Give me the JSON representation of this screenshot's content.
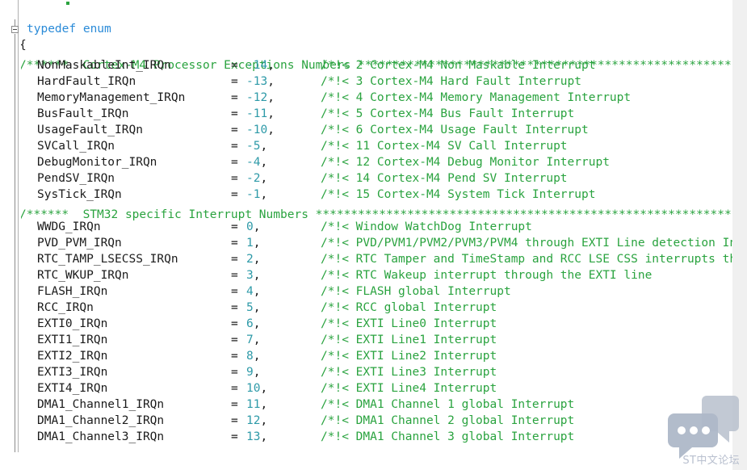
{
  "editor": {
    "language": "c",
    "background_color": "#ffffff",
    "keyword_color": "#2b8bd8",
    "identifier_color": "#1b1b1b",
    "number_color": "#2e9aa8",
    "comment_color": "#2aa33f",
    "gutter_line_color": "#b0b0b0",
    "scrollbar_color": "#f0f0f0"
  },
  "fold_marker": {
    "state": "expanded",
    "glyph": "minus"
  },
  "header_lines": {
    "typedef": "typedef enum",
    "open_brace": "{"
  },
  "section_banners": {
    "cortex": "/******  Cortex-M4 Processor Exceptions Numbers ****************************************************************",
    "stm32": "/******  STM32 specific Interrupt Numbers **********************************************************************"
  },
  "code_lines": [
    {
      "name": "NonMaskableInt_IRQn",
      "eq": "=",
      "value": "-14",
      "comma": ",",
      "comment": "/*!< 2 Cortex-M4 Non Maskable Interrupt"
    },
    {
      "name": "HardFault_IRQn",
      "eq": "=",
      "value": "-13",
      "comma": ",",
      "comment": "/*!< 3 Cortex-M4 Hard Fault Interrupt"
    },
    {
      "name": "MemoryManagement_IRQn",
      "eq": "=",
      "value": "-12",
      "comma": ",",
      "comment": "/*!< 4 Cortex-M4 Memory Management Interrupt"
    },
    {
      "name": "BusFault_IRQn",
      "eq": "=",
      "value": "-11",
      "comma": ",",
      "comment": "/*!< 5 Cortex-M4 Bus Fault Interrupt"
    },
    {
      "name": "UsageFault_IRQn",
      "eq": "=",
      "value": "-10",
      "comma": ",",
      "comment": "/*!< 6 Cortex-M4 Usage Fault Interrupt"
    },
    {
      "name": "SVCall_IRQn",
      "eq": "=",
      "value": "-5",
      "comma": ",",
      "comment": "/*!< 11 Cortex-M4 SV Call Interrupt"
    },
    {
      "name": "DebugMonitor_IRQn",
      "eq": "=",
      "value": "-4",
      "comma": ",",
      "comment": "/*!< 12 Cortex-M4 Debug Monitor Interrupt"
    },
    {
      "name": "PendSV_IRQn",
      "eq": "=",
      "value": "-2",
      "comma": ",",
      "comment": "/*!< 14 Cortex-M4 Pend SV Interrupt"
    },
    {
      "name": "SysTick_IRQn",
      "eq": "=",
      "value": "-1",
      "comma": ",",
      "comment": "/*!< 15 Cortex-M4 System Tick Interrupt"
    },
    {
      "name": "WWDG_IRQn",
      "eq": "=",
      "value": "0",
      "comma": ",",
      "comment": "/*!< Window WatchDog Interrupt"
    },
    {
      "name": "PVD_PVM_IRQn",
      "eq": "=",
      "value": "1",
      "comma": ",",
      "comment": "/*!< PVD/PVM1/PVM2/PVM3/PVM4 through EXTI Line detection In"
    },
    {
      "name": "RTC_TAMP_LSECSS_IRQn",
      "eq": "=",
      "value": "2",
      "comma": ",",
      "comment": "/*!< RTC Tamper and TimeStamp and RCC LSE CSS interrupts th"
    },
    {
      "name": "RTC_WKUP_IRQn",
      "eq": "=",
      "value": "3",
      "comma": ",",
      "comment": "/*!< RTC Wakeup interrupt through the EXTI line"
    },
    {
      "name": "FLASH_IRQn",
      "eq": "=",
      "value": "4",
      "comma": ",",
      "comment": "/*!< FLASH global Interrupt"
    },
    {
      "name": "RCC_IRQn",
      "eq": "=",
      "value": "5",
      "comma": ",",
      "comment": "/*!< RCC global Interrupt"
    },
    {
      "name": "EXTI0_IRQn",
      "eq": "=",
      "value": "6",
      "comma": ",",
      "comment": "/*!< EXTI Line0 Interrupt"
    },
    {
      "name": "EXTI1_IRQn",
      "eq": "=",
      "value": "7",
      "comma": ",",
      "comment": "/*!< EXTI Line1 Interrupt"
    },
    {
      "name": "EXTI2_IRQn",
      "eq": "=",
      "value": "8",
      "comma": ",",
      "comment": "/*!< EXTI Line2 Interrupt"
    },
    {
      "name": "EXTI3_IRQn",
      "eq": "=",
      "value": "9",
      "comma": ",",
      "comment": "/*!< EXTI Line3 Interrupt"
    },
    {
      "name": "EXTI4_IRQn",
      "eq": "=",
      "value": "10",
      "comma": ",",
      "comment": "/*!< EXTI Line4 Interrupt"
    },
    {
      "name": "DMA1_Channel1_IRQn",
      "eq": "=",
      "value": "11",
      "comma": ",",
      "comment": "/*!< DMA1 Channel 1 global Interrupt"
    },
    {
      "name": "DMA1_Channel2_IRQn",
      "eq": "=",
      "value": "12",
      "comma": ",",
      "comment": "/*!< DMA1 Channel 2 global Interrupt"
    },
    {
      "name": "DMA1_Channel3_IRQn",
      "eq": "=",
      "value": "13",
      "comma": ",",
      "comment": "/*!< DMA1 Channel 3 global Interrupt"
    }
  ],
  "watermark": {
    "text": "ST中文论坛",
    "color": "#b9c0cf",
    "icon": "chat-bubbles-icon"
  }
}
